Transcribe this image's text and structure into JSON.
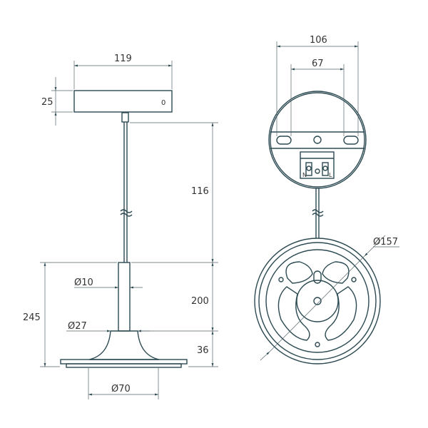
{
  "dimensions": {
    "canopy_width": "119",
    "canopy_height": "25",
    "cable_length": "116",
    "tube_diameter": "Ø10",
    "tube_length": "200",
    "flare_diameter": "Ø27",
    "total_height": "245",
    "base_height": "36",
    "base_diameter": "Ø70",
    "top_diameter": "106",
    "mount_spacing": "67",
    "shade_diameter": "Ø157"
  },
  "labels": {
    "canopy_mark": "0",
    "terminal_n": "N",
    "terminal_l": "L"
  },
  "colors": {
    "outline": "#2c4a52",
    "dimension": "#55656a"
  }
}
